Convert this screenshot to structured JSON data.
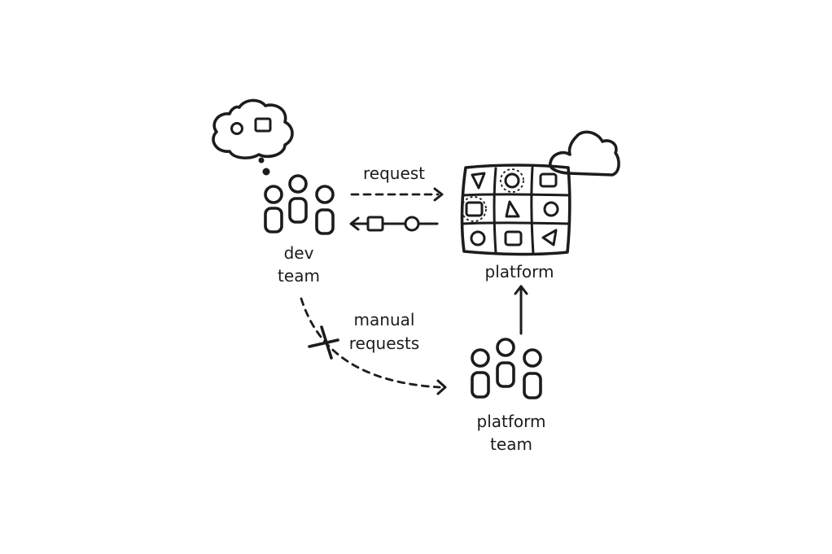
{
  "labels": {
    "request": "request",
    "dev_team_line1": "dev",
    "dev_team_line2": "team",
    "platform": "platform",
    "manual_line1": "manual",
    "manual_line2": "requests",
    "platform_team_line1": "platform",
    "platform_team_line2": "team"
  },
  "icons": {
    "thought": "thought-bubble-icon",
    "dev_team": "people-group-icon",
    "platform": "platform-grid-icon",
    "cloud": "cloud-icon",
    "platform_team": "people-group-icon",
    "blocked": "cross-icon"
  },
  "ink_color": "#1c1c1c"
}
